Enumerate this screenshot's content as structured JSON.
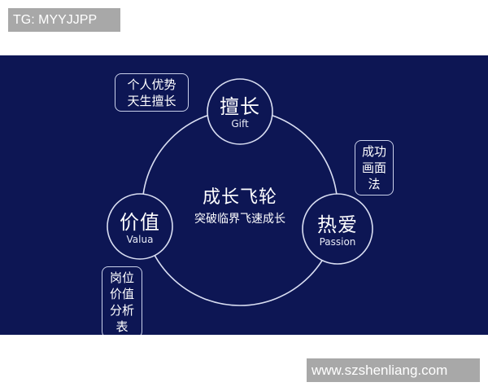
{
  "watermarks": {
    "top_left": "TG: MYYJJPP",
    "bottom_right": "www.szshenliang.com"
  },
  "colors": {
    "panel_bg": "#0d1654",
    "line": "#d9def2",
    "text": "#ffffff",
    "watermark_bg": "#a8a8a8"
  },
  "diagram": {
    "center": {
      "title": "成长飞轮",
      "subtitle": "突破临界飞速成长"
    },
    "nodes": [
      {
        "id": "gift",
        "title": "擅长",
        "subtitle": "Gift"
      },
      {
        "id": "passion",
        "title": "热爱",
        "subtitle": "Passion"
      },
      {
        "id": "value",
        "title": "价值",
        "subtitle": "Valua"
      }
    ],
    "tags": [
      {
        "attached_to": "gift",
        "lines": [
          "个人优势",
          "天生擅长"
        ]
      },
      {
        "attached_to": "passion",
        "lines": [
          "成功",
          "画面",
          "法"
        ]
      },
      {
        "attached_to": "value",
        "lines": [
          "岗位",
          "价值",
          "分析",
          "表"
        ]
      }
    ]
  }
}
